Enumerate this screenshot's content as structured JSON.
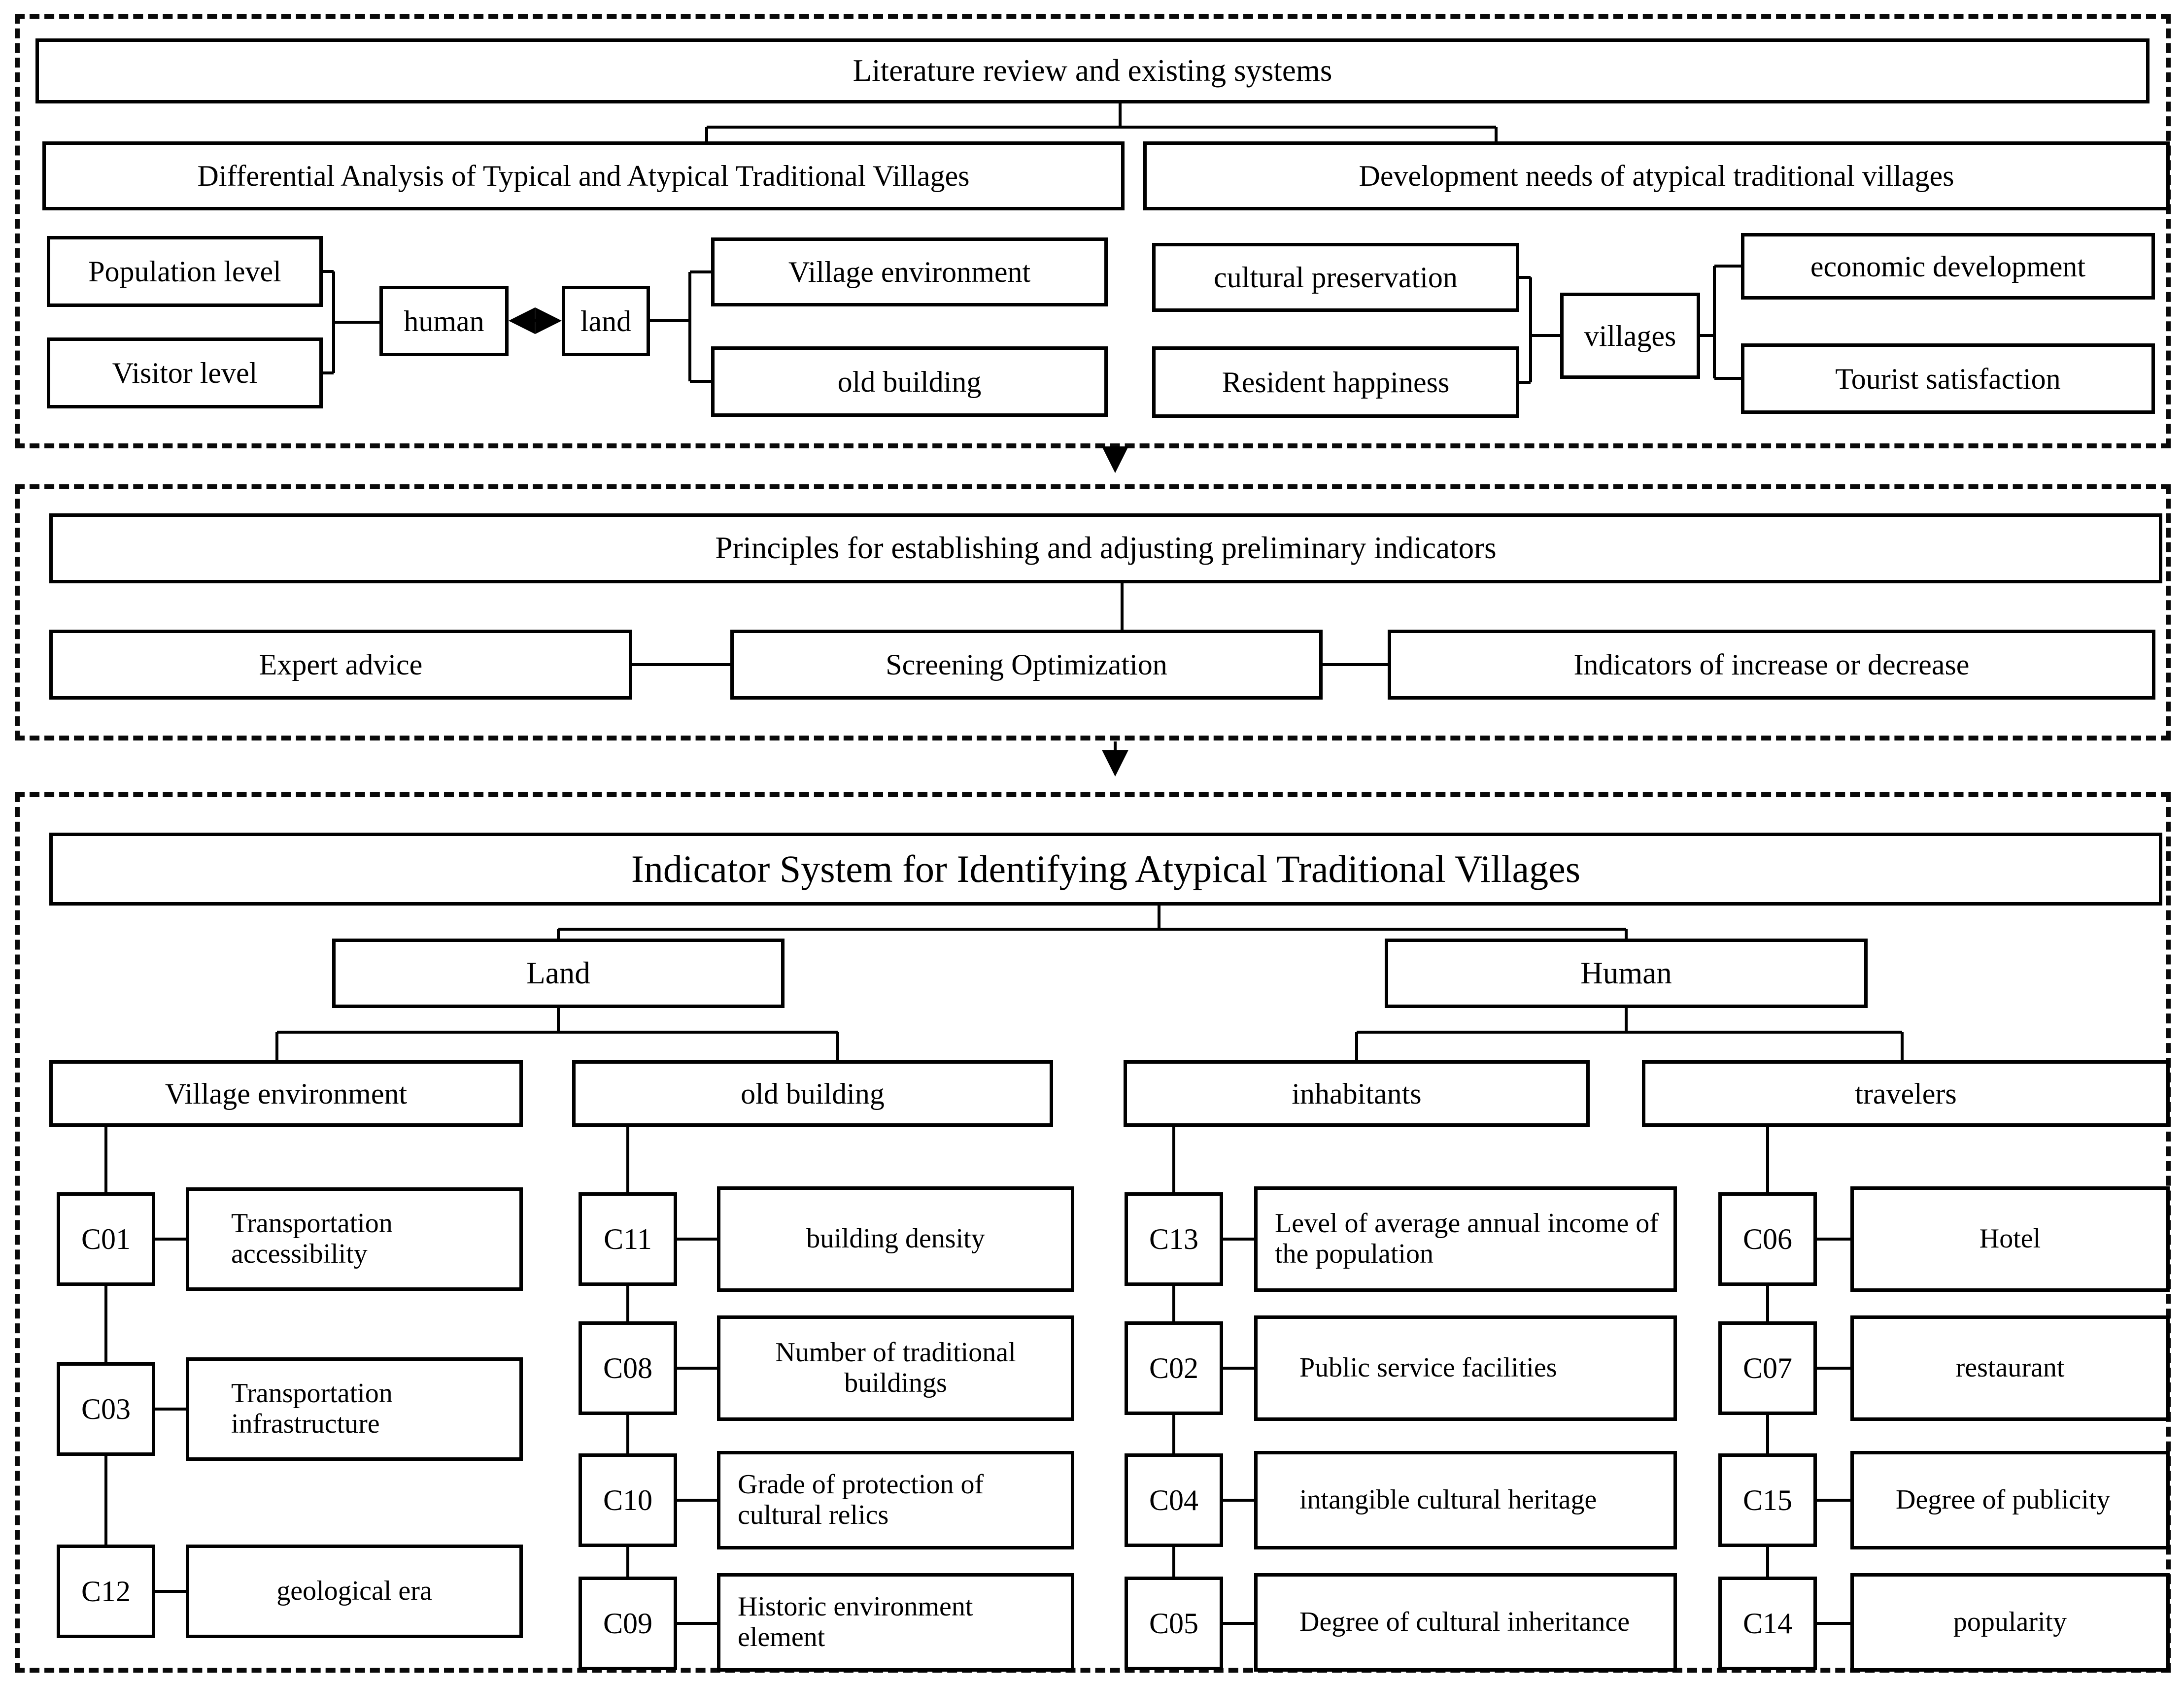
{
  "s1": {
    "title": "Literature review and existing systems",
    "left_header": "Differential Analysis of Typical and Atypical Traditional Villages",
    "right_header": "Development needs of atypical traditional villages",
    "population": "Population level",
    "visitor": "Visitor level",
    "human": "human",
    "land": "land",
    "village_env": "Village environment",
    "old_building": "old building",
    "cultural": "cultural preservation",
    "happiness": "Resident happiness",
    "villages": "villages",
    "economic": "economic development",
    "tourist": "Tourist satisfaction"
  },
  "s2": {
    "title": "Principles for establishing and adjusting preliminary indicators",
    "expert": "Expert advice",
    "screening": "Screening Optimization",
    "indicators": "Indicators of increase or decrease"
  },
  "s3": {
    "title": "Indicator System for Identifying Atypical Traditional Villages",
    "branches": [
      "Land",
      "Human"
    ],
    "groups": [
      "Village environment",
      "old building",
      "inhabitants",
      "travelers"
    ],
    "indicators": {
      "village_environment": [
        {
          "code": "C01",
          "label": "Transportation accessibility"
        },
        {
          "code": "C03",
          "label": "Transportation infrastructure"
        },
        {
          "code": "C12",
          "label": "geological era"
        }
      ],
      "old_building": [
        {
          "code": "C11",
          "label": "building density"
        },
        {
          "code": "C08",
          "label": "Number of traditional buildings"
        },
        {
          "code": "C10",
          "label": "Grade of protection of cultural relics"
        },
        {
          "code": "C09",
          "label": "Historic environment element"
        }
      ],
      "inhabitants": [
        {
          "code": "C13",
          "label": "Level of average annual income of the population"
        },
        {
          "code": "C02",
          "label": "Public service facilities"
        },
        {
          "code": "C04",
          "label": "intangible cultural heritage"
        },
        {
          "code": "C05",
          "label": "Degree of cultural inheritance"
        }
      ],
      "travelers": [
        {
          "code": "C06",
          "label": "Hotel"
        },
        {
          "code": "C07",
          "label": "restaurant"
        },
        {
          "code": "C15",
          "label": "Degree of publicity"
        },
        {
          "code": "C14",
          "label": "popularity"
        }
      ]
    }
  },
  "colors": {
    "line": "#000000",
    "background": "#ffffff"
  }
}
